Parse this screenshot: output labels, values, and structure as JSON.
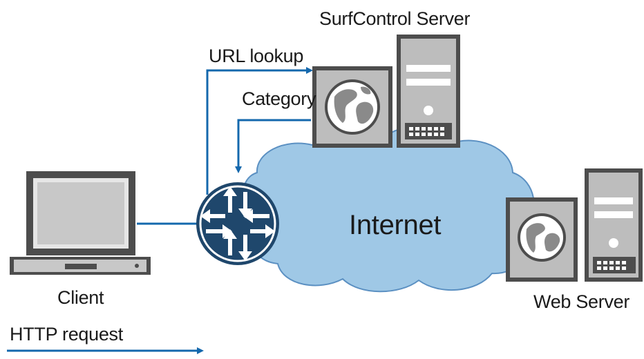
{
  "labels": {
    "surfcontrol_server": "SurfControl Server",
    "url_lookup": "URL lookup",
    "category": "Category",
    "internet": "Internet",
    "client": "Client",
    "web_server": "Web Server",
    "http_request": "HTTP request"
  },
  "colors": {
    "arrow": "#1468ad",
    "cloud": "#9fc8e6",
    "cloud_outline": "#5b90c2",
    "router": "#1f476c",
    "server_gray": "#bdbdbd",
    "dark_gray": "#4d4d4d"
  },
  "icons": {
    "client": "laptop-icon",
    "router": "router-icon",
    "surfcontrol_web": "globe-icon",
    "surfcontrol_tower": "server-tower-icon",
    "web_globe": "globe-icon",
    "web_tower": "server-tower-icon"
  }
}
